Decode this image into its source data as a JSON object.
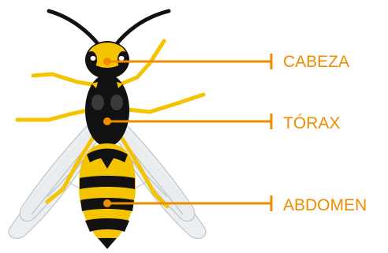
{
  "diagram": {
    "colors": {
      "accent": "#f08c00",
      "body_black": "#111111",
      "body_yellow": "#f5c400",
      "wing": "#e9ecef",
      "wing_vein": "#b8bcc0"
    },
    "labels": {
      "head": "CABEZA",
      "thorax": "TÓRAX",
      "abdomen": "ABDOMEN"
    }
  }
}
